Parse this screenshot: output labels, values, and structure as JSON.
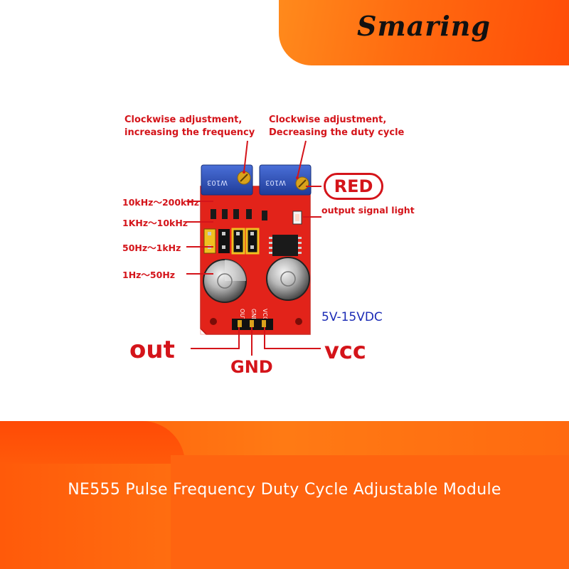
{
  "brand": {
    "name": "Smaring"
  },
  "annotations": {
    "freq_pot_line1": "Clockwise adjustment,",
    "freq_pot_line2": "increasing the frequency",
    "duty_pot_line1": "Clockwise adjustment,",
    "duty_pot_line2": "Decreasing the duty cycle",
    "led_color": "RED",
    "led_label": "output signal light",
    "voltage": "5V-15VDC"
  },
  "ranges": [
    {
      "label": "10kHz～200kHz"
    },
    {
      "label": "1KHz～10kHz"
    },
    {
      "label": "50Hz～1kHz"
    },
    {
      "label": "1Hz～50Hz"
    }
  ],
  "pins": {
    "out": "out",
    "gnd": "GND",
    "vcc": "vcc"
  },
  "silkscreen": {
    "pot_text": "W103",
    "pin_out": "OUT",
    "pin_gnd": "GND",
    "pin_vcc": "VCC"
  },
  "caption": "NE555 Pulse Frequency Duty Cycle Adjustable Module",
  "colors": {
    "accent_red": "#d4141a",
    "banner_orange": "#ff6a10",
    "pcb_red": "#e2231a",
    "voltage_blue": "#1a2ab5",
    "pot_blue": "#2a4fb8"
  }
}
